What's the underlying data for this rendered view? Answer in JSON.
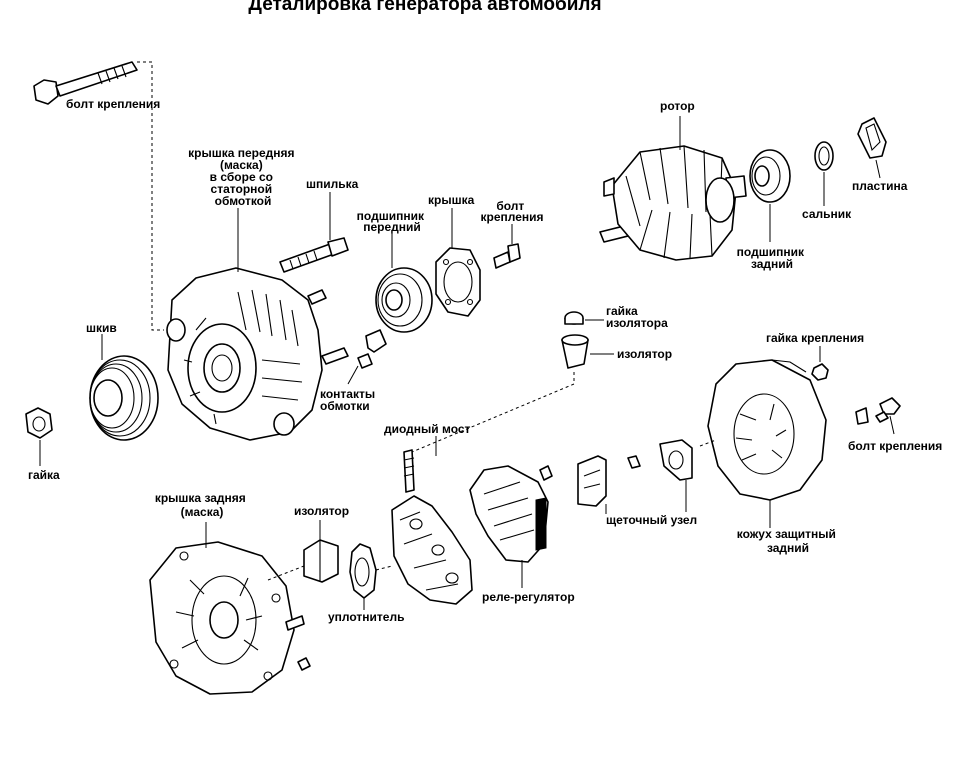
{
  "title": "Деталировка генератора автомобиля",
  "labels": {
    "bolt_top": "болт крепления",
    "front_cover": [
      "крышка передняя",
      "(маска)",
      "в сборе со",
      "статорной",
      "обмоткой"
    ],
    "stud": "шпилька",
    "front_bearing": [
      "подшипник",
      "передний"
    ],
    "cover": "крышка",
    "bolt_mid": [
      "болт",
      "крепления"
    ],
    "rotor": "ротор",
    "rear_bearing": [
      "подшипник",
      "задний"
    ],
    "seal": "сальник",
    "plate": "пластина",
    "pulley": "шкив",
    "nut": "гайка",
    "winding_contacts": [
      "контакты",
      "обмотки"
    ],
    "insulator_nut": [
      "гайка",
      "изолятора"
    ],
    "insulator_mid": "изолятор",
    "mounting_nut": "гайка крепления",
    "bolt_right": "болт крепления",
    "diode_bridge": "диодный мост",
    "brush_unit": "щеточный узел",
    "protective_cover": [
      "кожух защитный",
      "задний"
    ],
    "rear_cover": [
      "крышка задняя",
      "(маска)"
    ],
    "insulator_low": "изолятор",
    "gasket": "уплотнитель",
    "regulator": "реле-регулятор"
  }
}
